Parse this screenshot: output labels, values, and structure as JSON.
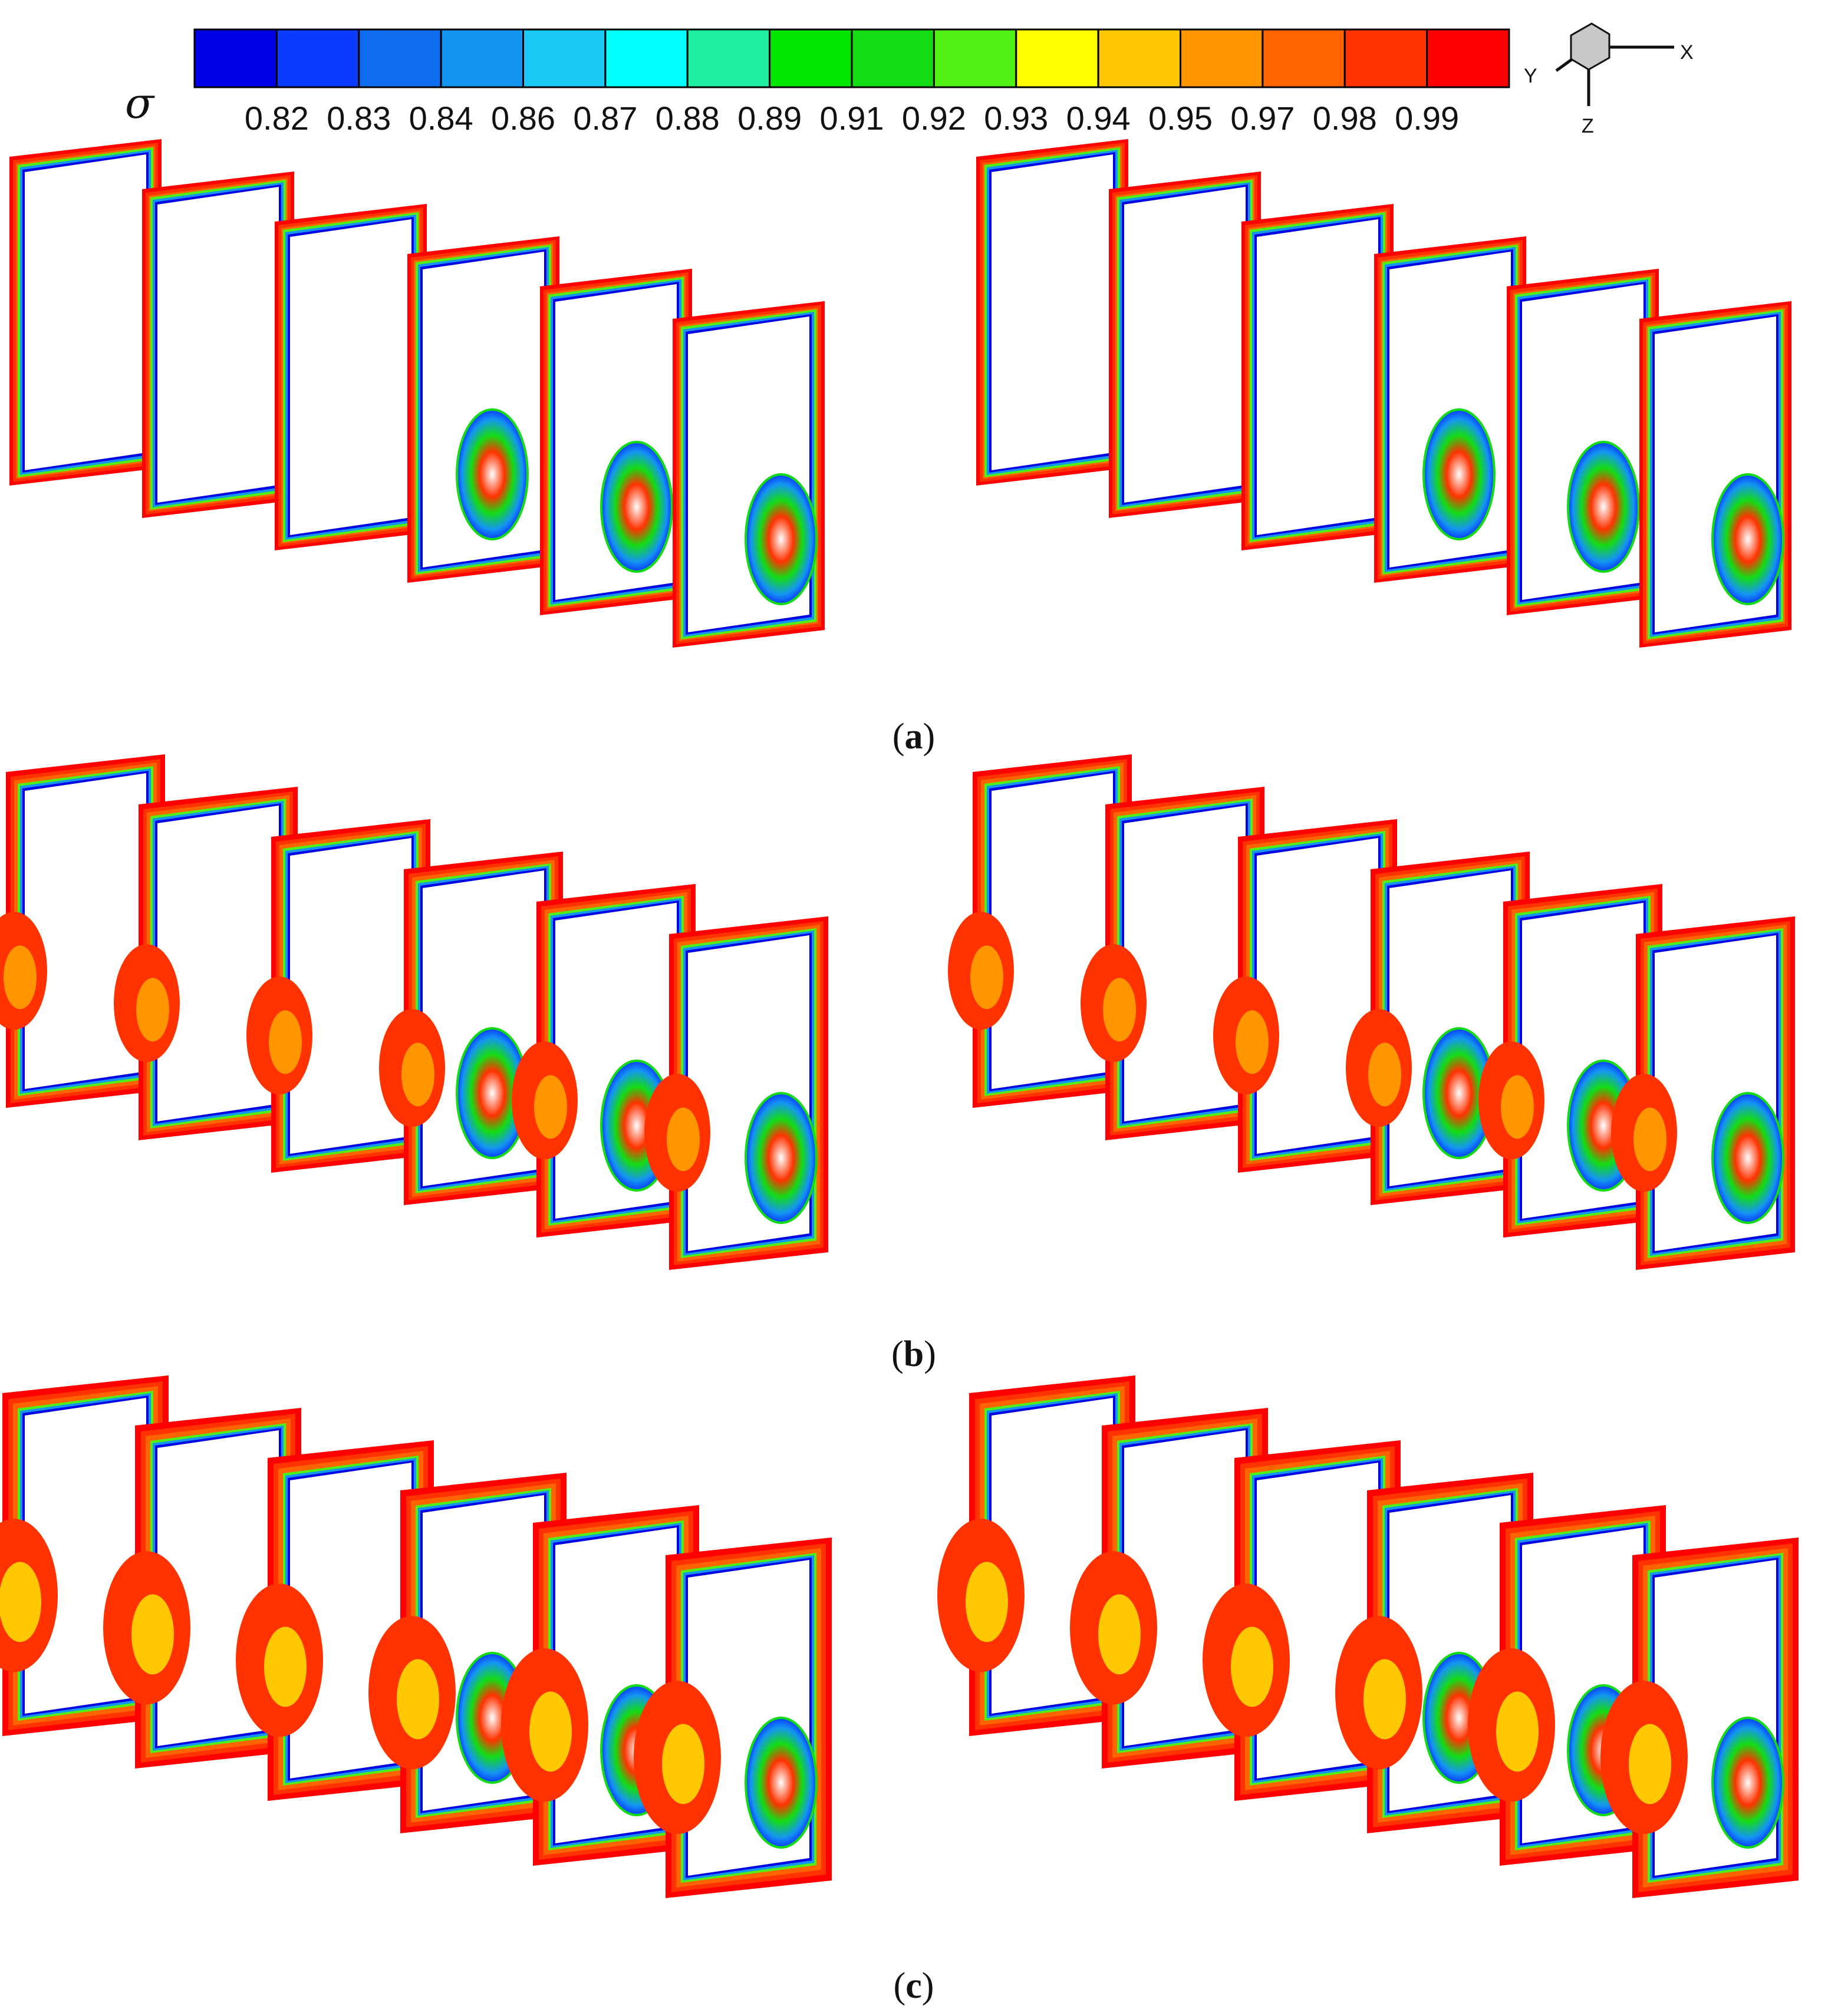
{
  "chart_data": {
    "type": "heatmap",
    "colorbar": {
      "symbol": "σ",
      "tick_labels": [
        "0.82",
        "0.83",
        "0.84",
        "0.86",
        "0.87",
        "0.88",
        "0.89",
        "0.91",
        "0.92",
        "0.93",
        "0.94",
        "0.95",
        "0.97",
        "0.98",
        "0.99"
      ],
      "colors": [
        "#0000e6",
        "#0a3cff",
        "#0f6ef0",
        "#1496f0",
        "#19c8f5",
        "#00ffff",
        "#1ef0a0",
        "#00e600",
        "#14dc14",
        "#50f014",
        "#ffff00",
        "#ffc800",
        "#ff9600",
        "#ff6400",
        "#ff3200",
        "#ff0000"
      ]
    },
    "axes_triad": {
      "x": "X",
      "y": "Y",
      "z": "Z"
    },
    "panels": [
      {
        "label": "a",
        "views": 2,
        "sections_per_view": 6
      },
      {
        "label": "b",
        "views": 2,
        "sections_per_view": 6
      },
      {
        "label": "c",
        "views": 2,
        "sections_per_view": 6
      }
    ]
  }
}
